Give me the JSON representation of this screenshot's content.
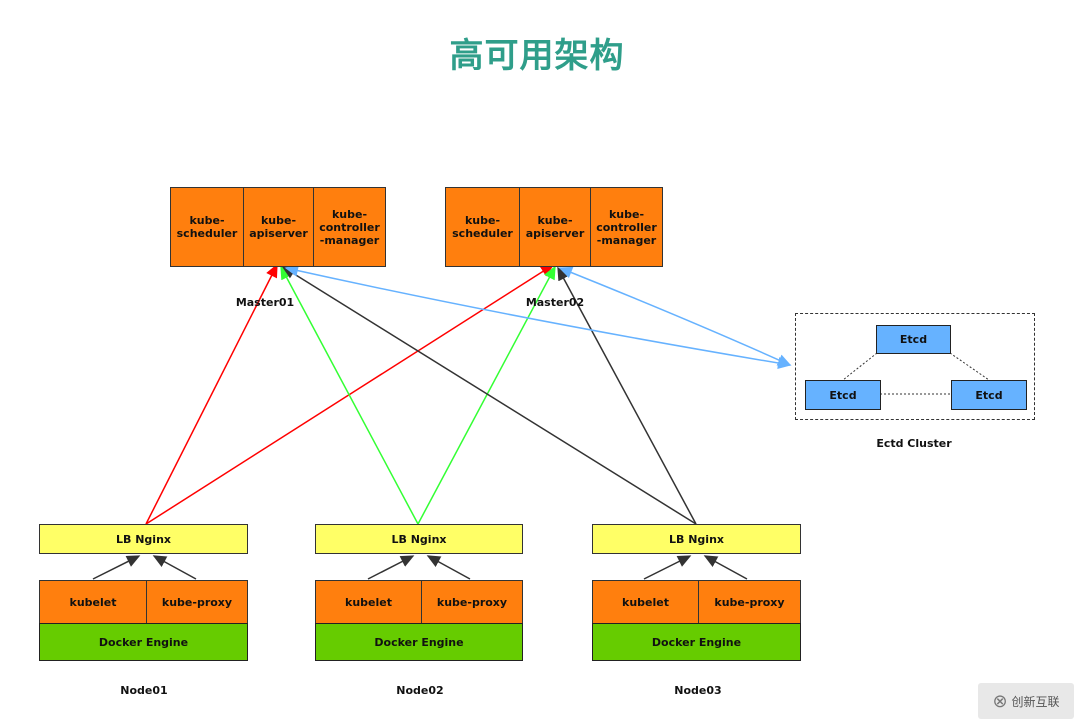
{
  "title": "高可用架构",
  "masters": [
    {
      "label": "Master01",
      "components": [
        "kube-\nscheduler",
        "kube-\napiserver",
        "kube-\ncontroller\n-manager"
      ]
    },
    {
      "label": "Master02",
      "components": [
        "kube-\nscheduler",
        "kube-\napiserver",
        "kube-\ncontroller\n-manager"
      ]
    }
  ],
  "nodes": [
    {
      "label": "Node01",
      "lb": "LB Nginx",
      "kubelet": "kubelet",
      "proxy": "kube-proxy",
      "engine": "Docker Engine"
    },
    {
      "label": "Node02",
      "lb": "LB Nginx",
      "kubelet": "kubelet",
      "proxy": "kube-proxy",
      "engine": "Docker Engine"
    },
    {
      "label": "Node03",
      "lb": "LB Nginx",
      "kubelet": "kubelet",
      "proxy": "kube-proxy",
      "engine": "Docker Engine"
    }
  ],
  "etcd": {
    "label": "Ectd Cluster",
    "members": [
      "Etcd",
      "Etcd",
      "Etcd"
    ]
  },
  "colors": {
    "node01_link": "#ff0000",
    "node02_link": "#33ff33",
    "node03_link": "#333333",
    "etcd_link": "#66b2ff"
  },
  "watermark": {
    "text": "创新互联",
    "icon": "logo-icon"
  }
}
